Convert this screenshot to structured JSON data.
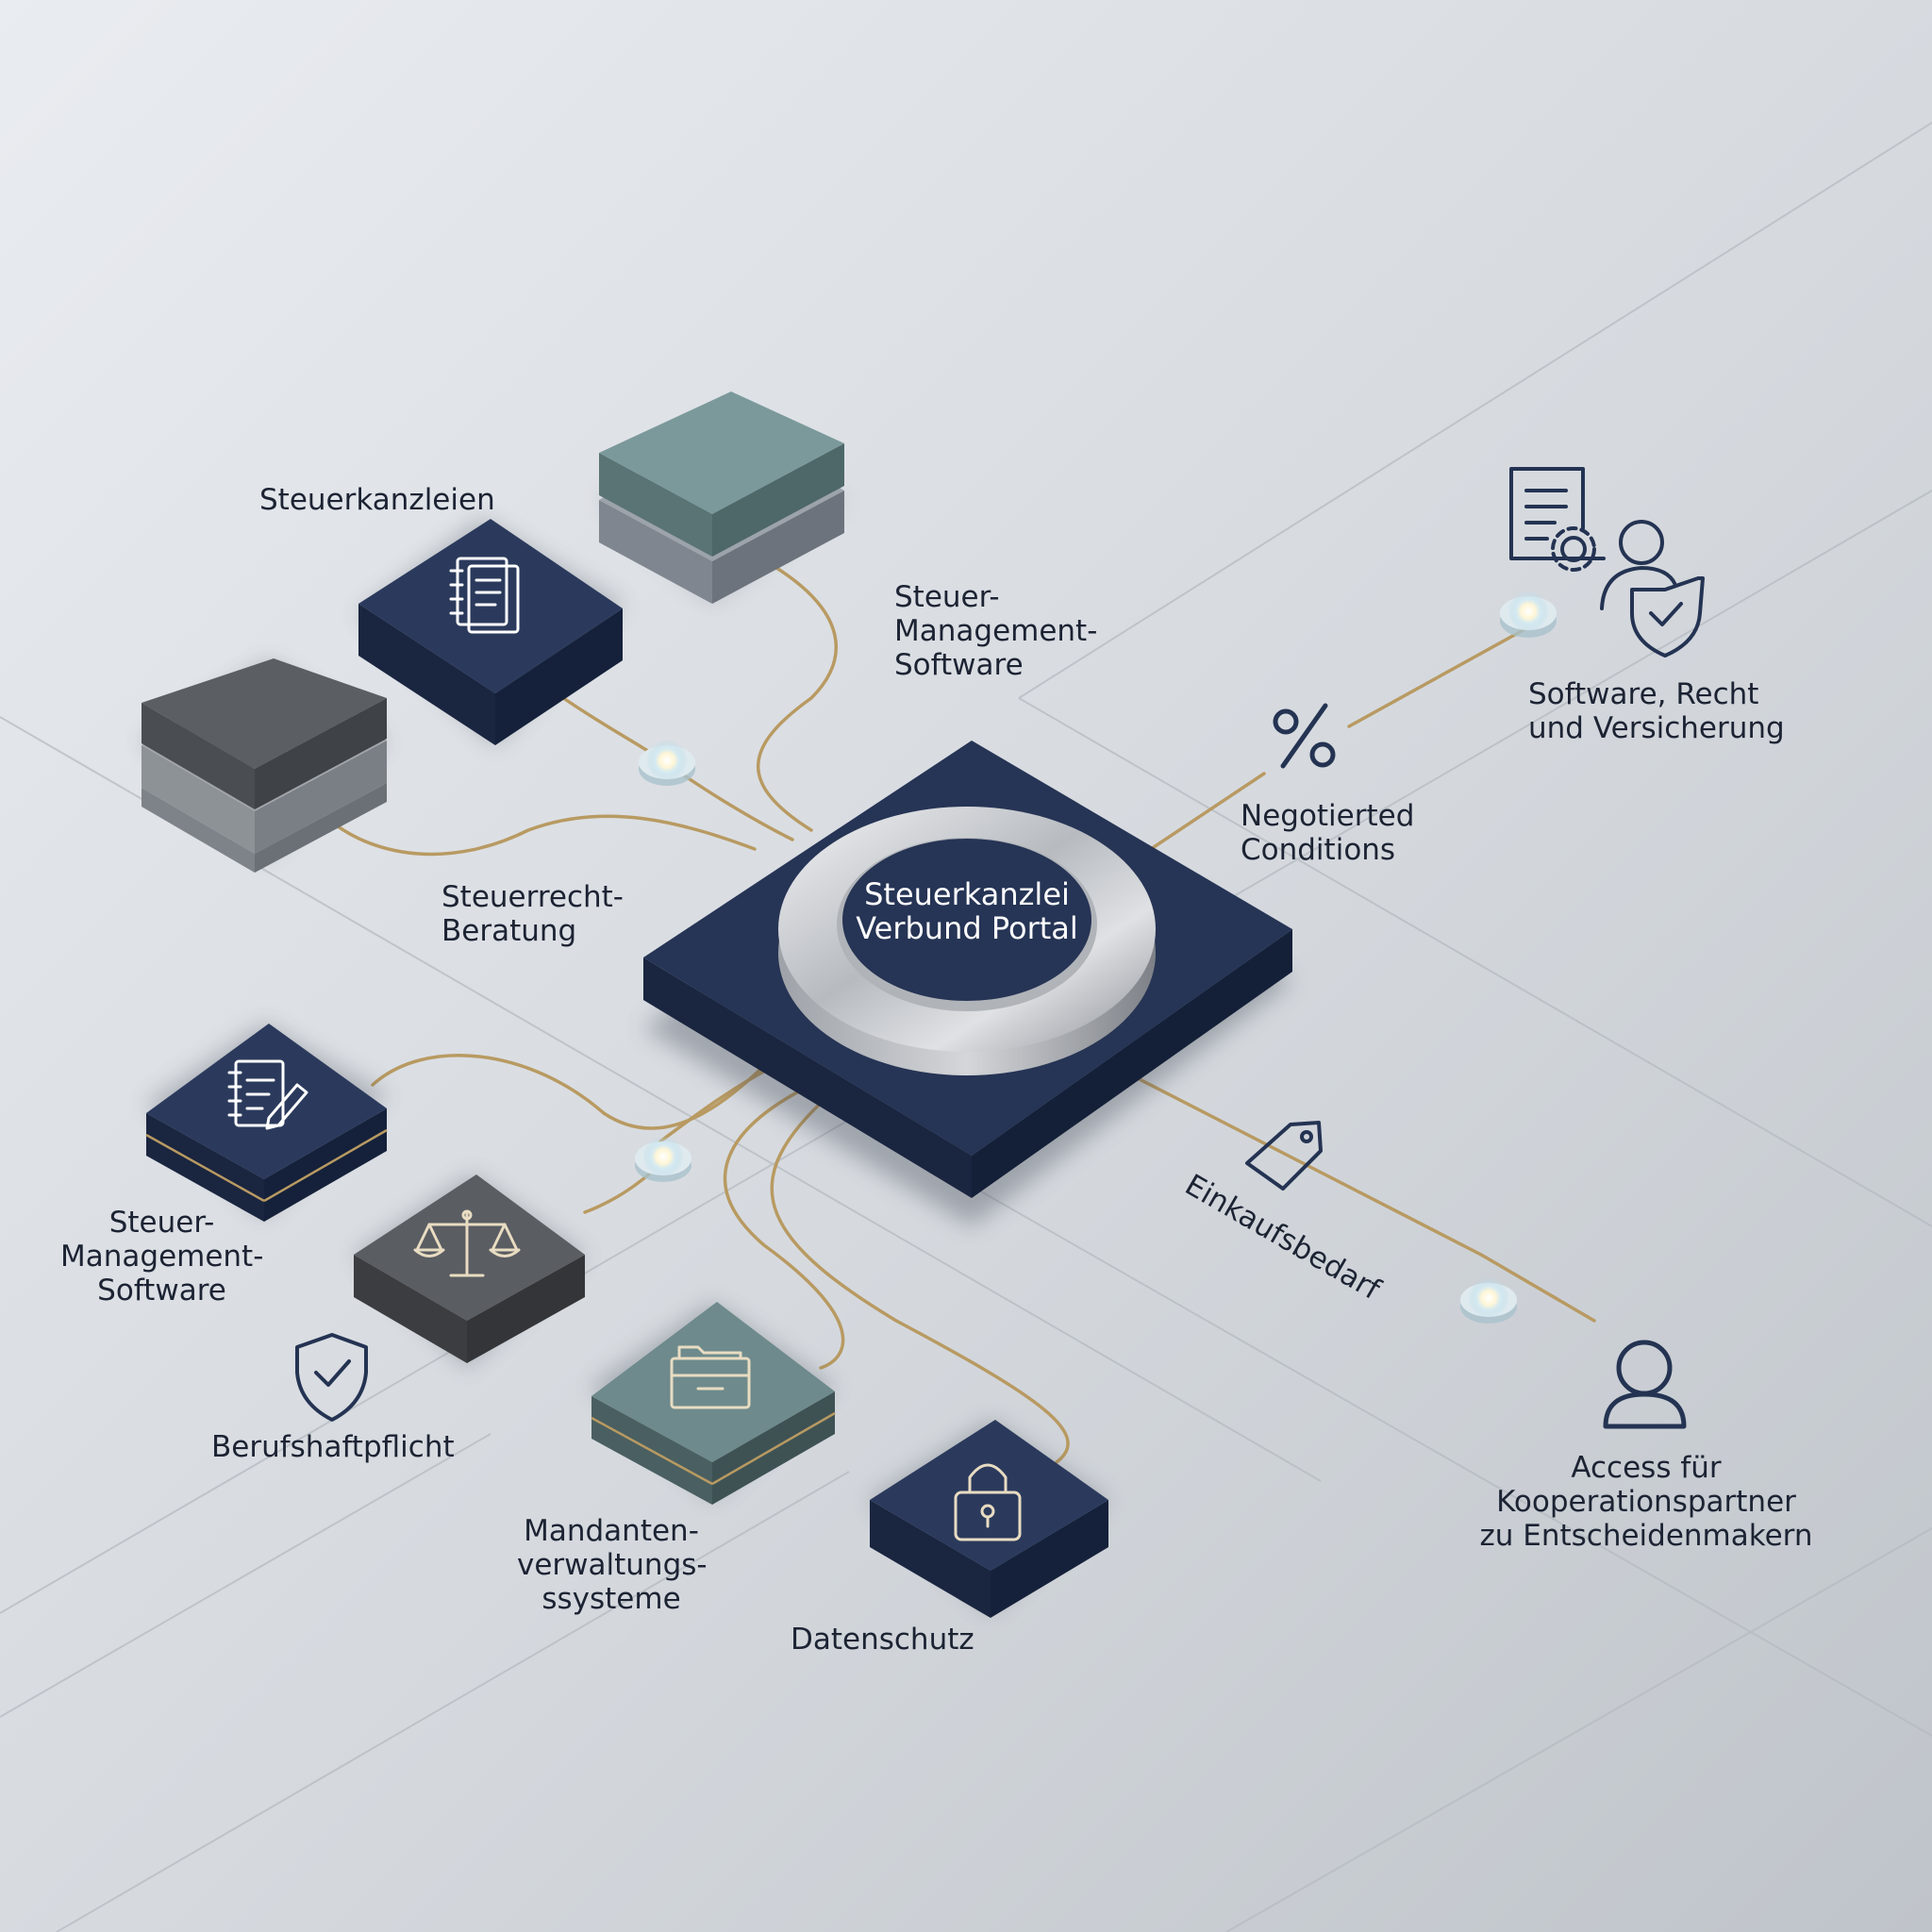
{
  "portal": {
    "title": "Steuerkanzlei\nVerbund Portal"
  },
  "labels": {
    "steuerkanzleien": "Steuerkanzleien",
    "software_top": "Steuer-\nManagement-\nSoftware",
    "steuerrecht": "Steuerrecht-\nBeratung",
    "software_left": "Steuer-\nManagement-\nSoftware",
    "berufshaftpflicht": "Berufshaftpflicht",
    "mandanten": "Mandanten-\nverwaltungs-\nssysteme",
    "datenschutz": "Datenschutz",
    "negotiated": "Negotierted\nConditions",
    "einkauf": "Einkaufsbedarf",
    "software_recht": "Software, Recht\nund Versicherung",
    "access": "Access für\nKooperationspartner\nzu Entscheidenmakern"
  },
  "colors": {
    "navy": "#243352",
    "teal": "#6e8a8c",
    "charcoal": "#575a5f",
    "gold": "#b89a62",
    "text": "#1c2333",
    "ice_blue": "#a9d3e3"
  }
}
